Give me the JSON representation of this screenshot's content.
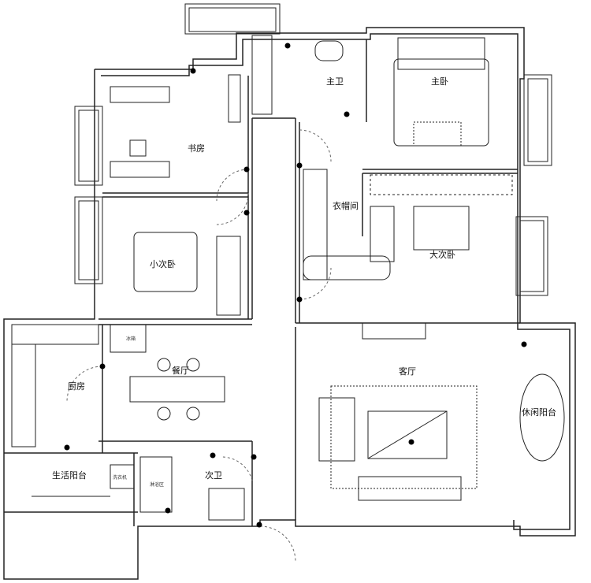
{
  "rooms": {
    "study": "书房",
    "master_bath": "主卫",
    "master_bedroom": "主卧",
    "walk_in_closet": "衣帽间",
    "small_bedroom": "小次卧",
    "large_bedroom": "大次卧",
    "kitchen": "厨房",
    "dining": "餐厅",
    "living": "客厅",
    "leisure_balcony": "休闲阳台",
    "utility_balcony": "生活阳台",
    "second_bath": "次卫"
  },
  "fixtures": {
    "fridge": "冰箱",
    "washer": "洗衣机",
    "shower": "淋浴区"
  }
}
